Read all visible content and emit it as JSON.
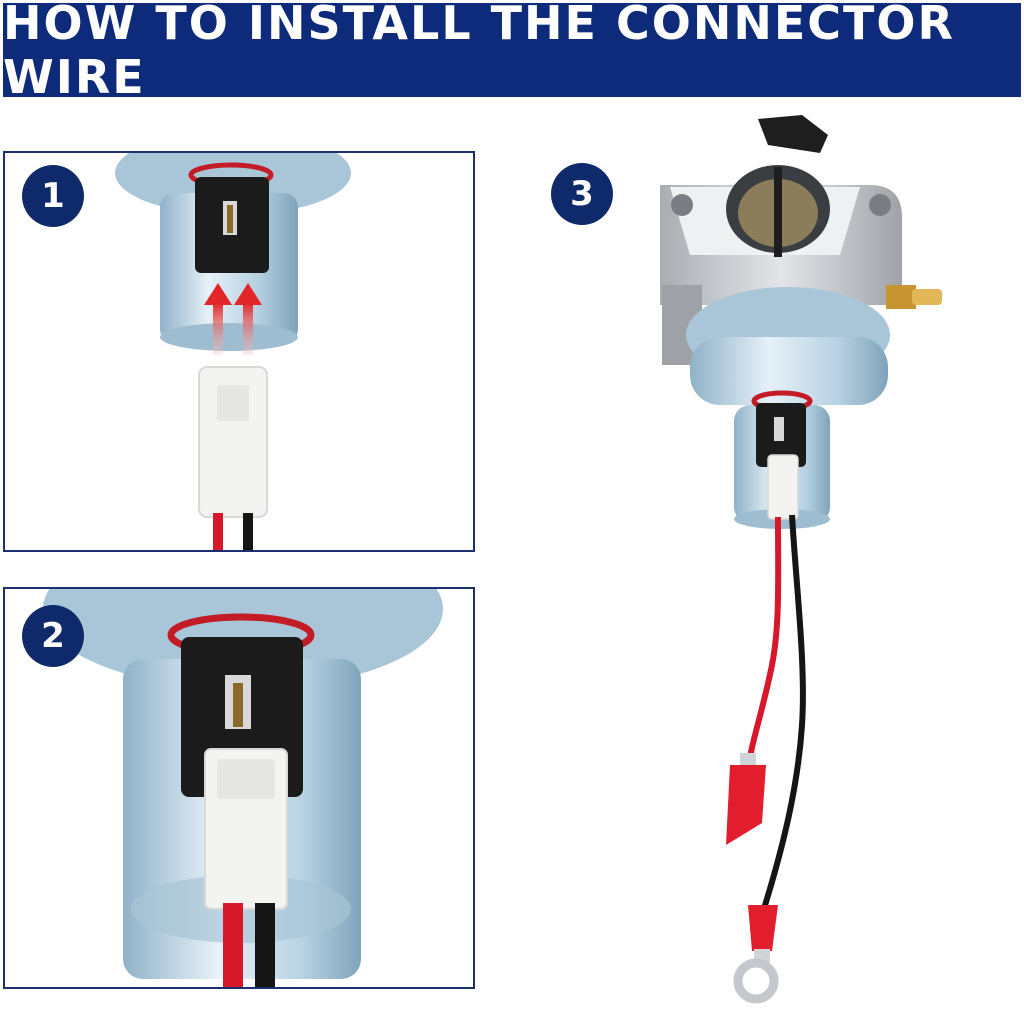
{
  "header": {
    "title": "HOW TO INSTALL THE CONNECTOR WIRE"
  },
  "steps": [
    {
      "number": "1"
    },
    {
      "number": "2"
    },
    {
      "number": "3"
    }
  ],
  "colors": {
    "banner": "#0e2a7a",
    "badge": "#0f2a6b",
    "panel_border": "#1c2f6e",
    "wire_red": "#d6182a",
    "wire_black": "#151515",
    "solenoid_blue": "#bcd7e8",
    "connector_black": "#1b1b1b",
    "plug_white": "#f3f3f1",
    "arrow_red": "#e2262a",
    "brass": "#d9a740",
    "casting": "#c9ccd0"
  },
  "icons": {
    "arrows": "arrow-up-icon"
  }
}
